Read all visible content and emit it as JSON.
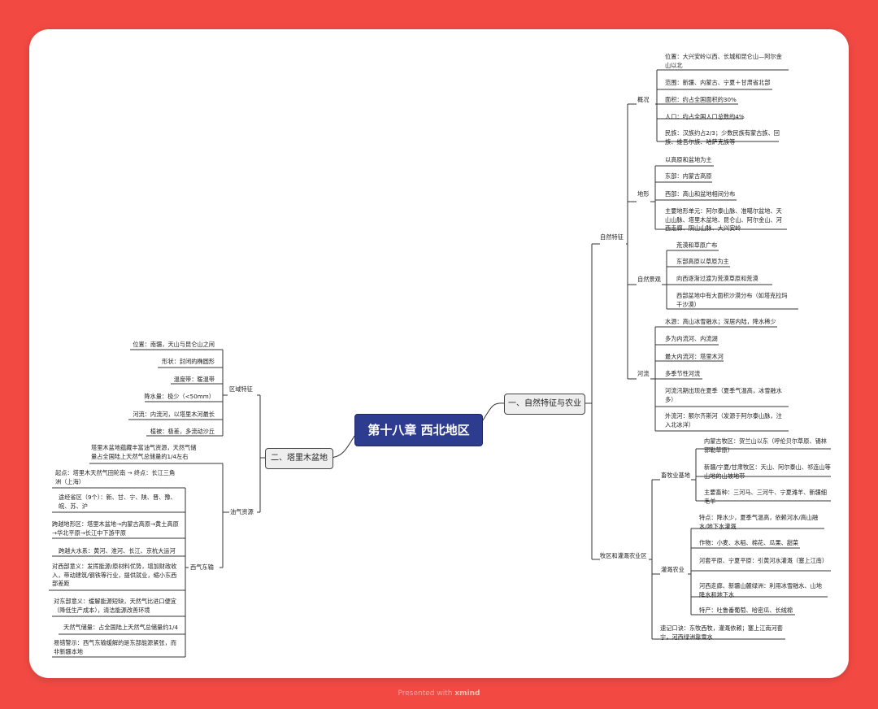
{
  "root": "第十八章 西北地区",
  "footer": {
    "presented": "Presented with",
    "brand": "xmind"
  },
  "right": {
    "title": "一、自然特征与农业",
    "natural": {
      "label": "自然特征",
      "overview": {
        "label": "概况",
        "items": [
          "位置：大兴安岭以西、长城和昆仑山—阿尔金山以北",
          "范围：新疆、内蒙古、宁夏＋甘肃省北部",
          "面积：约占全国面积的30%",
          "人口：约占全国人口总数的4%",
          "民族：汉族约占2/3；少数民族有蒙古族、回族、维吾尔族、哈萨克族等"
        ]
      },
      "terrain": {
        "label": "地形",
        "items": [
          "以高原和盆地为主",
          "东部：内蒙古高原",
          "西部：高山和盆地相间分布",
          "主要地形单元：阿尔泰山脉、准噶尔盆地、天山山脉、塔里木盆地、昆仑山、阿尔金山、河西走廊、阴山山脉、大兴安岭"
        ]
      },
      "landscape": {
        "label": "自然景观",
        "items": [
          "荒漠和草原广布",
          "东部高原以草原为主",
          "向西逐渐过渡为荒漠草原和荒漠",
          "西部盆地中有大面积沙漠分布（如塔克拉玛干沙漠）"
        ]
      },
      "rivers": {
        "label": "河流",
        "items": [
          "水源：高山冰雪融水；深居内陆，降水稀少",
          "多为内流河、内流湖",
          "最大内流河：塔里木河",
          "多季节性河流",
          "河流汛期出现在夏季（夏季气温高，冰雪融水多）",
          "外流河：额尔齐斯河（发源于阿尔泰山脉，注入北冰洋）"
        ]
      }
    },
    "agri": {
      "label": "牧区和灌溉农业区",
      "livestock": {
        "label": "畜牧业基地",
        "items": [
          "内蒙古牧区：贺兰山以东（呼伦贝尔草原、锡林郭勒草原）",
          "新疆/宁夏/甘肃牧区：天山、阿尔泰山、祁连山等山地的山坡地带",
          "主要畜种：三河马、三河牛、宁夏滩羊、新疆细毛羊"
        ]
      },
      "irrigation": {
        "label": "灌溉农业",
        "items": [
          "特点：降水少，夏季气温高，依赖河水/高山融水/地下水灌溉",
          "作物：小麦、水稻、棉花、瓜果、甜菜",
          "河套平原、宁夏平原：引黄河水灌溉（塞上江南）",
          "河西走廊、新疆山麓绿洲：利用冰雪融水、山地降水和地下水",
          "特产：吐鲁番葡萄、哈密瓜、长绒棉"
        ]
      },
      "mnemonic": "速记口诀：东牧西牧，灌溉依赖；塞上江南河套宁，河西绿洲靠雪水"
    }
  },
  "left": {
    "title": "二、塔里木盆地",
    "region": {
      "label": "区域特征",
      "items": [
        "位置：南疆，天山与昆仑山之间",
        "形状：封闭的椭圆形",
        "温度带：暖温带",
        "降水量：极少（<50mm）",
        "河流：内流河，以塔里木河最长",
        "植被：极差，多流动沙丘"
      ]
    },
    "oil": {
      "label": "油气资源",
      "intro": "塔里木盆地蕴藏丰富油气资源，天然气储量占全国陆上天然气总储量的1/4左右",
      "transfer": {
        "label": "西气东输",
        "items": [
          "起点：塔里木天然气田轮南 → 终点：长江三角洲（上海）",
          "途经省区（9个）：新、甘、宁、陕、晋、豫、皖、苏、沪",
          "跨越地形区：塔里木盆地→内蒙古高原→黄土高原→华北平原→长江中下游平原",
          "跨越大水系：黄河、淮河、长江、京杭大运河",
          "对西部意义：发挥能源/原材料优势，增加财政收入，带动建筑/钢铁等行业，提供就业，缩小东西部差距",
          "对东部意义：缓解能源短缺，天然气比进口便宜（降低生产成本），清洁能源改善环境",
          "天然气储量：占全国陆上天然气总储量约1/4",
          "易错警示：西气东输缓解的是东部能源紧张，而非新疆本地"
        ]
      }
    }
  }
}
